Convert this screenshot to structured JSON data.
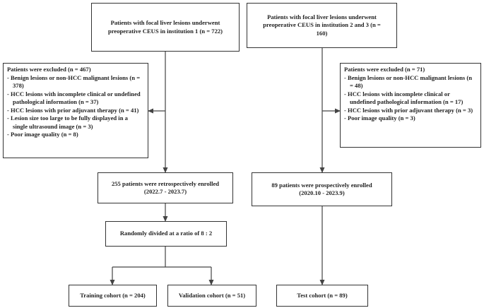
{
  "left": {
    "top_box": {
      "line1": "Patients with focal liver lesions underwent",
      "line2": "preoperative CEUS in institution 1 (n = 722)"
    },
    "excluded": {
      "title": "Patients were excluded (n = 467)",
      "items": [
        "- Benign lesions or non-HCC malignant lesions (n = 378)",
        "- HCC lesions with incomplete clinical or undefined pathological information (n = 37)",
        "- HCC lesions with prior adjuvant therapy (n = 41)",
        "- Lesion size too large to be fully displayed in a single ultrasound image  (n = 3)",
        "- Poor image quality (n = 8)"
      ]
    },
    "enrolled": {
      "line1": "255 patients were retrospectively enrolled",
      "line2": "(2022.7 - 2023.7)"
    },
    "divided": "Randomly divided at a ratio of 8 : 2",
    "training": "Training cohort  (n = 204)",
    "validation": "Validation cohort  (n = 51)"
  },
  "right": {
    "top_box": {
      "line1": "Patients with focal liver lesions underwent",
      "line2": "preoperative  CEUS in institution 2 and 3 (n =",
      "line3": "160)"
    },
    "excluded": {
      "title": "Patients were excluded (n = 71)",
      "items": [
        "- Benign lesions or non-HCC malignant lesions (n = 48)",
        "- HCC lesions with incomplete clinical or undefined pathological information (n = 17)",
        "- HCC lesions with prior adjuvant therapy (n = 3)",
        "- Poor image quality (n = 3)"
      ]
    },
    "enrolled": {
      "line1": "89 patients were prospectively enrolled",
      "line2": "(2020.10 - 2023.9)"
    },
    "test": "Test cohort  (n = 89)"
  }
}
